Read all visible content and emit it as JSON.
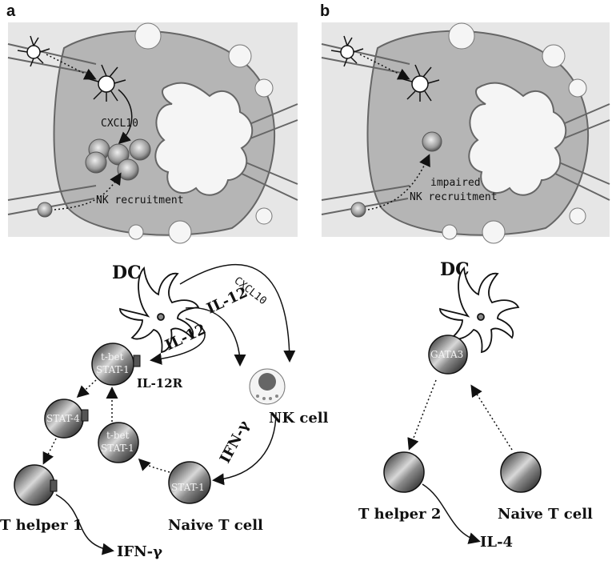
{
  "panels": {
    "a": {
      "letter": "a",
      "cxcl10_label": "CXCL10",
      "recruitment_label": "NK recruitment"
    },
    "b": {
      "letter": "b",
      "impaired_line1": "impaired",
      "impaired_line2": "NK  recruitment"
    }
  },
  "diagram_a": {
    "dc_label": "DC",
    "cxcl10_label": "CXCL10",
    "il12_upper_label": "IL-12",
    "il12_lower_label": "IL-12",
    "il12r_label": "IL-12R",
    "tbet_stat1_cell": {
      "line1": "t-bet",
      "line2": "STAT-1"
    },
    "stat4_cell": "STAT-4",
    "tbet_stat1_mid": {
      "line1": "t-bet",
      "line2": "STAT-1"
    },
    "stat1_naive": "STAT-1",
    "nk_cell_label": "NK cell",
    "ifn_gamma_arrow_label": "IFN-γ",
    "naive_t_cell_label": "Naive T cell",
    "t_helper1_label": "T helper 1",
    "ifn_gamma_output": "IFN-γ"
  },
  "diagram_b": {
    "dc_label": "DC",
    "gata3_label": "GATA3",
    "t_helper2_label": "T helper 2",
    "naive_t_cell_label": "Naive T cell",
    "il4_label": "IL-4"
  }
}
